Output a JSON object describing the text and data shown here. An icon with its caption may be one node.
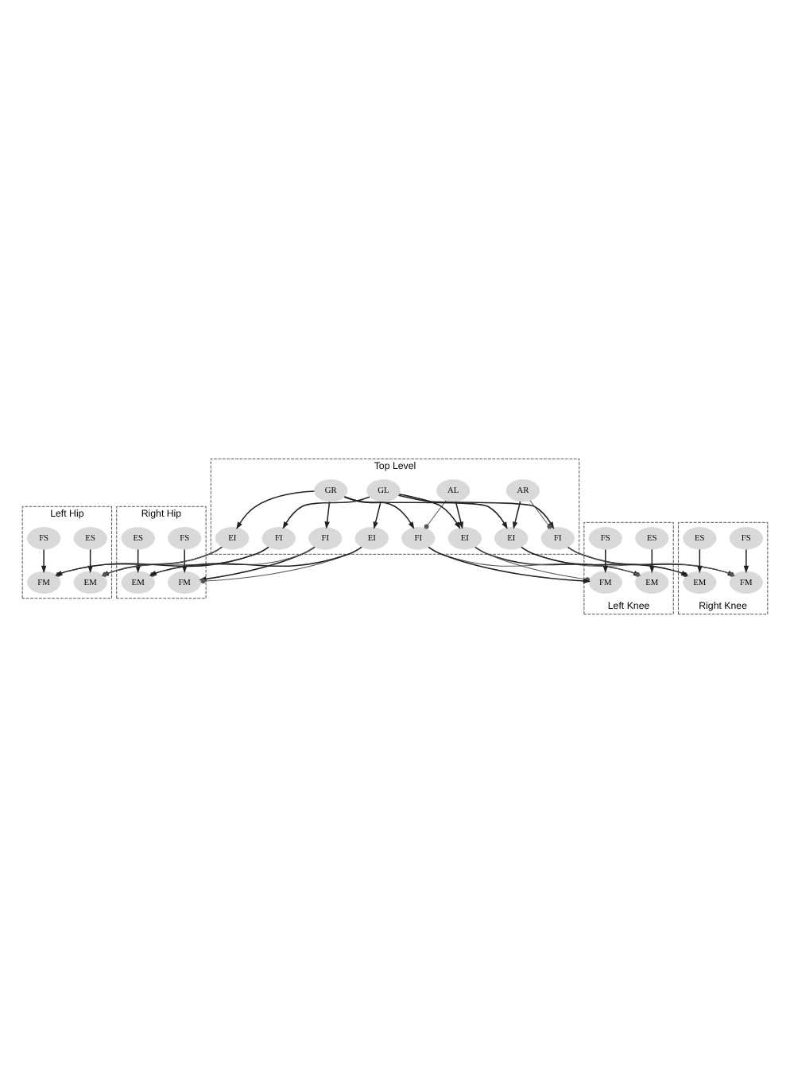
{
  "diagram": {
    "nodes": [
      {
        "text": [
          "Left Hip"
        ]
      },
      {
        "text": [
          "EM"
        ],
        "in": 0
      },
      {
        "text": [
          "FM"
        ],
        "in": 0
      },
      {
        "text": [
          "ES"
        ],
        "in": 0
      },
      {
        "text": [
          "FS"
        ],
        "in": 0
      },
      {
        "text": [
          "Right Hip"
        ]
      },
      {
        "text": [
          "FM"
        ],
        "in": 5
      },
      {
        "text": [
          "EM"
        ],
        "in": 5
      },
      {
        "text": [
          "FS"
        ],
        "in": 5
      },
      {
        "text": [
          "ES"
        ],
        "in": 5
      },
      {
        "text": [
          "Top Level"
        ]
      },
      {
        "text": [
          "EI"
        ],
        "in": 10
      },
      {
        "text": [
          "FI"
        ],
        "in": 10
      },
      {
        "text": [
          "FI"
        ],
        "in": 10
      },
      {
        "text": [
          "EI"
        ],
        "in": 10
      },
      {
        "text": [
          "AL"
        ],
        "in": 10
      },
      {
        "text": [
          "GL"
        ],
        "in": 10
      },
      {
        "text": [
          "GR"
        ],
        "in": 10
      },
      {
        "text": [
          "AR"
        ],
        "in": 10
      },
      {
        "text": [
          "EI"
        ],
        "in": 10
      },
      {
        "text": [
          "FI"
        ],
        "in": 10
      },
      {
        "text": [
          "FI"
        ],
        "in": 10
      },
      {
        "text": [
          "EI"
        ],
        "in": 10
      },
      {
        "text": [
          "Left Knee"
        ]
      },
      {
        "text": [
          "ES"
        ],
        "in": 23
      },
      {
        "text": [
          "FS"
        ],
        "in": 23
      },
      {
        "text": [
          "EM"
        ],
        "in": 23
      },
      {
        "text": [
          "FM"
        ],
        "in": 23
      },
      {
        "text": [
          "Right Knee"
        ]
      },
      {
        "text": [
          "FS"
        ],
        "in": 28
      },
      {
        "text": [
          "ES"
        ],
        "in": 28
      },
      {
        "text": [
          "FM"
        ],
        "in": 28
      },
      {
        "text": [
          "EM"
        ],
        "in": 28
      }
    ],
    "edges": [
      {
        "from": 3,
        "to": 1,
        "arrow": "to"
      },
      {
        "from": 4,
        "to": 2,
        "arrow": "to"
      },
      {
        "from": 11,
        "to": 1,
        "arrow": "to"
      },
      {
        "from": 12,
        "to": 2,
        "arrow": "to"
      },
      {
        "from": 11,
        "to": 2,
        "arrow": "other",
        "color": "#555555"
      },
      {
        "from": 12,
        "to": 1,
        "arrow": "other",
        "color": "#555555"
      },
      {
        "from": 8,
        "to": 6,
        "arrow": "to"
      },
      {
        "from": 9,
        "to": 7,
        "arrow": "to"
      },
      {
        "from": 13,
        "to": 6,
        "arrow": "to"
      },
      {
        "from": 14,
        "to": 7,
        "arrow": "to"
      },
      {
        "from": 13,
        "to": 7,
        "arrow": "other",
        "color": "#555555"
      },
      {
        "from": 14,
        "to": 6,
        "arrow": "other",
        "color": "#555555"
      },
      {
        "from": 17,
        "to": 11,
        "arrow": "to"
      },
      {
        "from": 16,
        "to": 12,
        "arrow": "to"
      },
      {
        "from": 17,
        "to": 13,
        "arrow": "to"
      },
      {
        "from": 16,
        "to": 14,
        "arrow": "to"
      },
      {
        "from": 15,
        "to": 19,
        "arrow": "to"
      },
      {
        "from": 15,
        "to": 20,
        "arrow": "other",
        "color": "#555555"
      },
      {
        "from": 16,
        "to": 19,
        "arrow": "to"
      },
      {
        "from": 16,
        "to": 21,
        "arrow": "to"
      },
      {
        "from": 17,
        "to": 20,
        "arrow": "to"
      },
      {
        "from": 17,
        "to": 22,
        "arrow": "to"
      },
      {
        "from": 18,
        "to": 22,
        "arrow": "to"
      },
      {
        "from": 18,
        "to": 21,
        "arrow": "other",
        "color": "#555555"
      },
      {
        "from": 19,
        "to": 26,
        "arrow": "to"
      },
      {
        "from": 20,
        "to": 27,
        "arrow": "to"
      },
      {
        "from": 20,
        "to": 26,
        "arrow": "other",
        "color": "#555555"
      },
      {
        "from": 19,
        "to": 27,
        "arrow": "other",
        "color": "#555555"
      },
      {
        "from": 24,
        "to": 26,
        "arrow": "to"
      },
      {
        "from": 25,
        "to": 27,
        "arrow": "to"
      },
      {
        "from": 21,
        "to": 31,
        "arrow": "to"
      },
      {
        "from": 22,
        "to": 32,
        "arrow": "to"
      },
      {
        "from": 22,
        "to": 31,
        "arrow": "other",
        "color": "#555555"
      },
      {
        "from": 21,
        "to": 32,
        "arrow": "other",
        "color": "#555555"
      },
      {
        "from": 29,
        "to": 31,
        "arrow": "to"
      },
      {
        "from": 30,
        "to": 32,
        "arrow": "to"
      }
    ]
  }
}
